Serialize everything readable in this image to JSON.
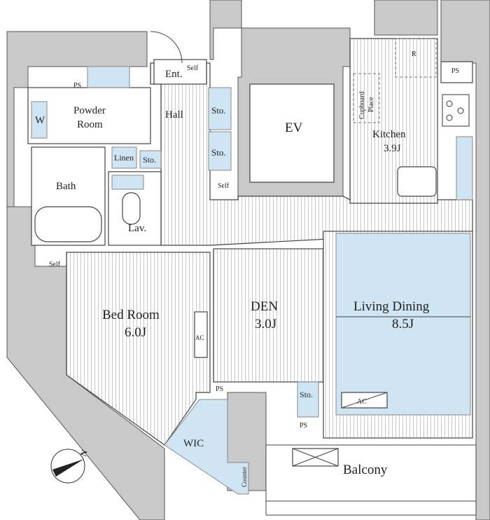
{
  "title": "Floor plan",
  "rooms": {
    "entrance": "Ent.",
    "hall": "Hall",
    "powder_room_1": "Powder",
    "powder_room_2": "Room",
    "washer": "W",
    "bath": "Bath",
    "lavatory": "Lav.",
    "linen": "Linen",
    "ev": "EV",
    "kitchen": "Kitchen",
    "kitchen_size": "3.9J",
    "cupboard_1": "Cupboard",
    "cupboard_2": "Place",
    "refrigerator": "R",
    "bedroom": "Bed Room",
    "bedroom_size": "6.0J",
    "den": "DEN",
    "den_size": "3.0J",
    "living": "Living Dining",
    "living_size": "8.5J",
    "wic": "WIC",
    "counter": "Counter",
    "balcony": "Balcony"
  },
  "marks": {
    "ps": "PS",
    "self": "Self",
    "storage": "Sto.",
    "ac": "AC",
    "north": "N"
  },
  "colors": {
    "wall": "#c9c9c9",
    "blue": "#cfe5f4"
  }
}
